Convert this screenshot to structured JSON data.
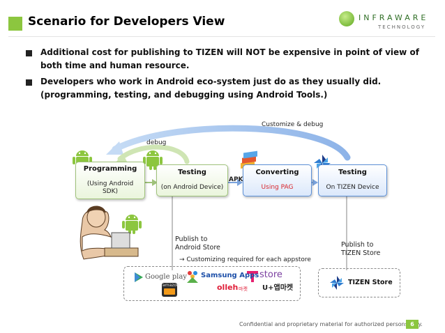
{
  "slide": {
    "title": "Scenario for Developers View",
    "logo": {
      "word": "INFRAWARE",
      "tagline": "TECHNOLOGY"
    },
    "bullets": [
      "Additional cost for publishing to TIZEN will NOT be expensive in point of view of both time and human resource.",
      "Developers who work in Android eco-system just do as they usually did. (programming, testing, and debugging using Android Tools.)"
    ]
  },
  "diagram": {
    "customize_label": "Customize & debug",
    "debug_label": "debug",
    "apk_label": "APK",
    "boxes": [
      {
        "title": "Programming",
        "subtitle": "(Using Android SDK)"
      },
      {
        "title": "Testing",
        "subtitle": "(on Android Device)"
      },
      {
        "title": "Converting",
        "subtitle": "Using PAG"
      },
      {
        "title": "Testing",
        "subtitle": "On TIZEN Device"
      }
    ],
    "publish_android": "Publish to\nAndroid Store",
    "customizing_note": "→ Customizing required for each appstore",
    "publish_tizen": "Publish to\nTIZEN Store",
    "stores": {
      "google_play": "Google play",
      "samsung_apps": "Samsung Apps",
      "tstore": "store",
      "olleh": "olleh",
      "olleh_suffix": "마켓",
      "amazon": "amazon",
      "uplus": "U+앱마켓",
      "tizen_store": "TIZEN Store"
    },
    "colors": {
      "accent_green": "#8cc63f",
      "converting_blue": "#5b8fd6",
      "pag_red": "#d9262c",
      "arc_blue": "#a8c8f0"
    }
  },
  "footer": {
    "note": "Confidential and proprietary material for authorized persons only.",
    "page": "6"
  }
}
